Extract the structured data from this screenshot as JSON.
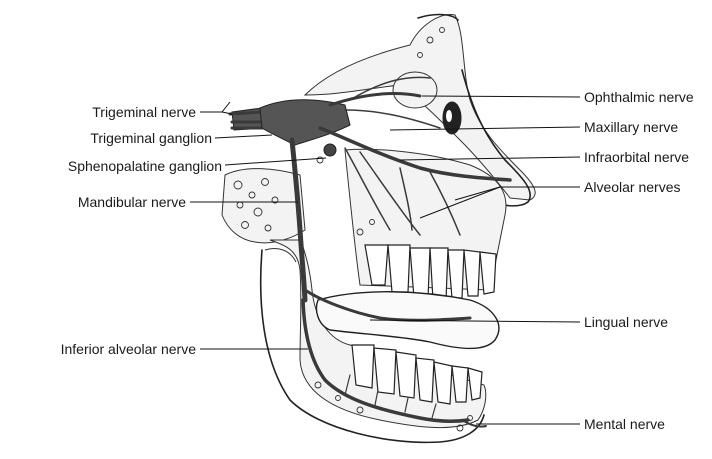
{
  "labels_left": [
    {
      "key": "trigeminal_nerve",
      "text": "Trigeminal nerve"
    },
    {
      "key": "trigeminal_ganglion",
      "text": "Trigeminal ganglion"
    },
    {
      "key": "sphenopalatine_ganglion",
      "text": "Sphenopalatine ganglion"
    },
    {
      "key": "mandibular_nerve",
      "text": "Mandibular nerve"
    },
    {
      "key": "inferior_alveolar_nerve",
      "text": "Inferior alveolar nerve"
    }
  ],
  "labels_right": [
    {
      "key": "ophthalmic_nerve",
      "text": "Ophthalmic nerve"
    },
    {
      "key": "maxillary_nerve",
      "text": "Maxillary nerve"
    },
    {
      "key": "infraorbital_nerve",
      "text": "Infraorbital nerve"
    },
    {
      "key": "alveolar_nerves",
      "text": "Alveolar nerves"
    },
    {
      "key": "lingual_nerve",
      "text": "Lingual nerve"
    },
    {
      "key": "mental_nerve",
      "text": "Mental nerve"
    }
  ]
}
